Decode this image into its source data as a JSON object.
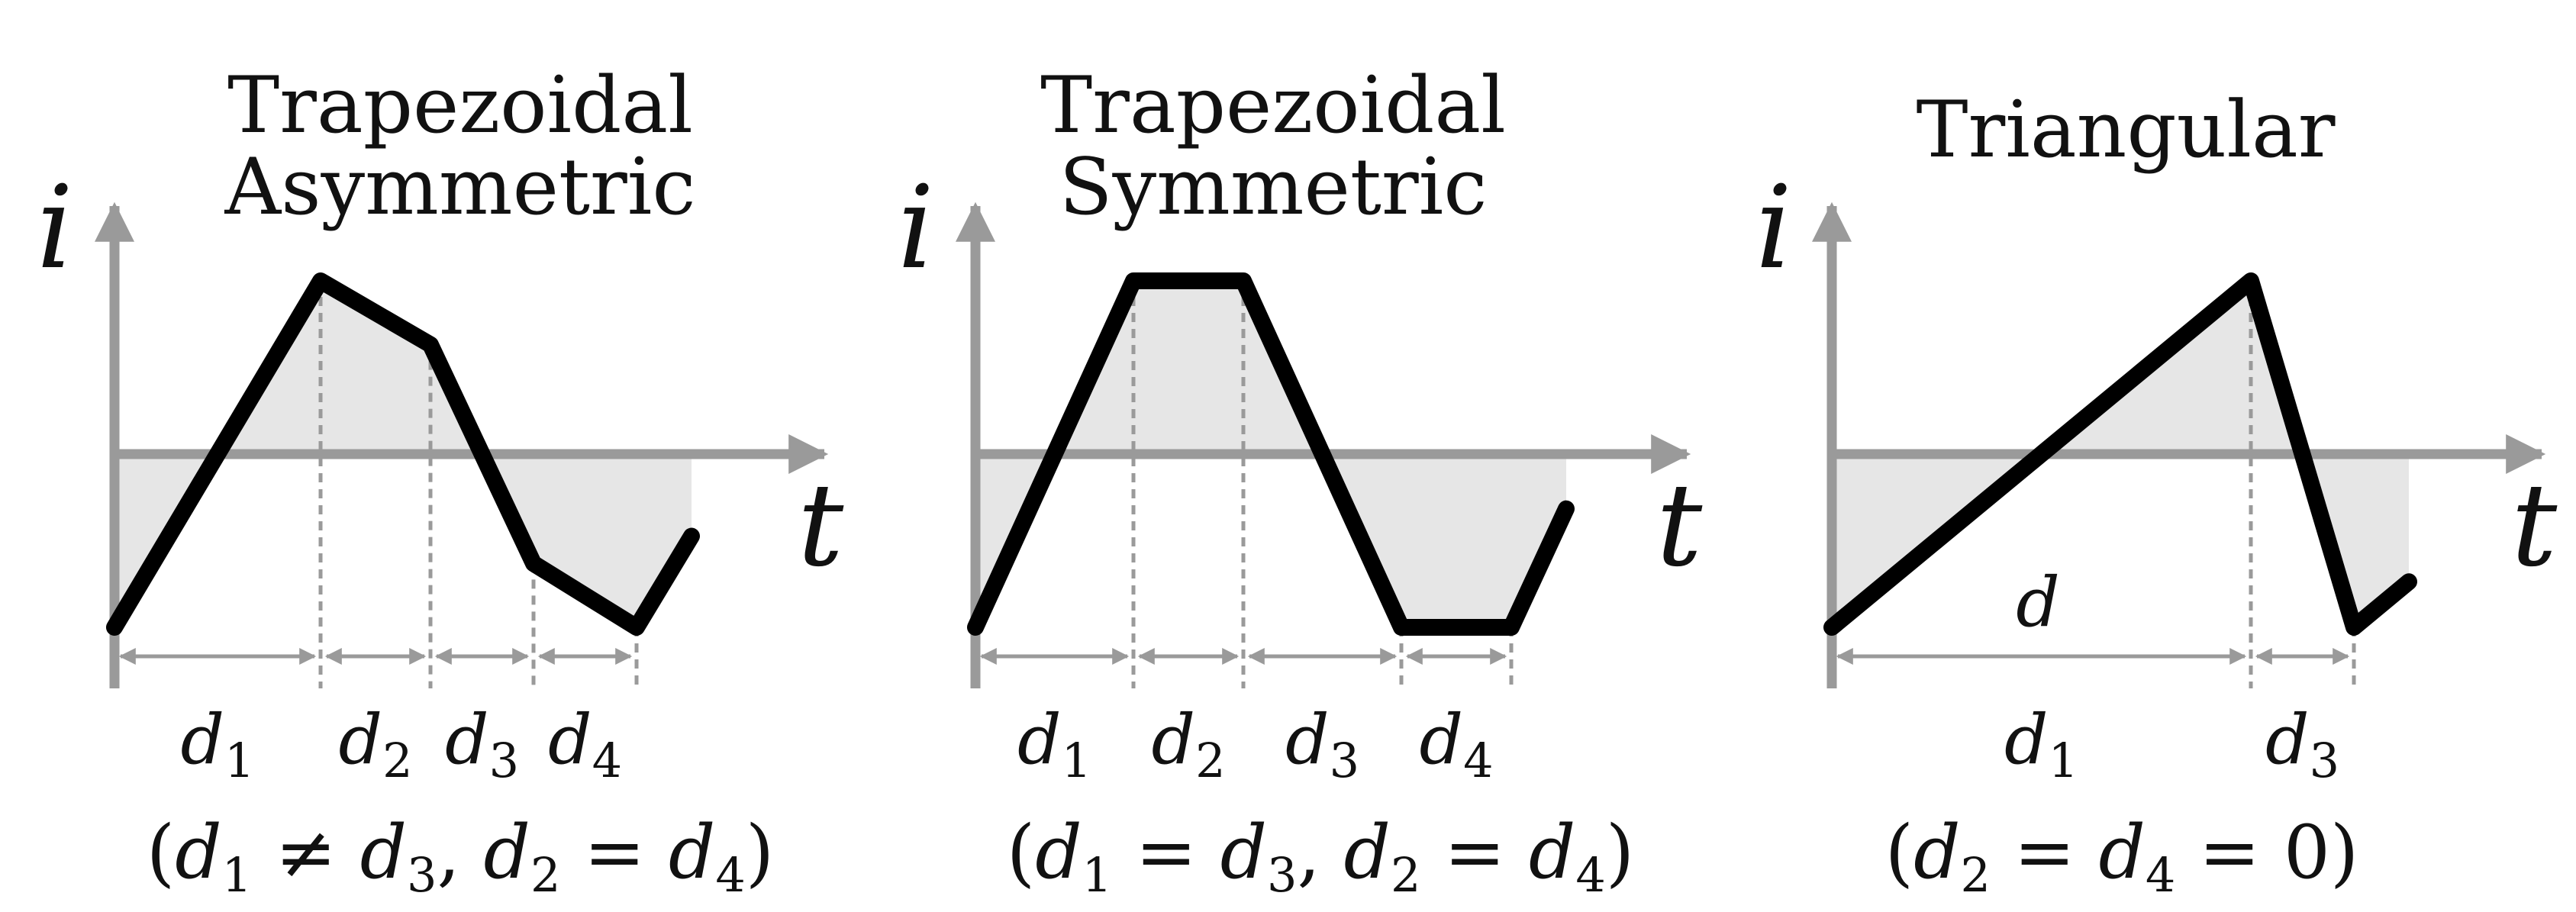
{
  "panels": [
    {
      "id": "trap-asym",
      "title_lines": [
        "Trapezoidal",
        "Asymmetric"
      ],
      "y_label": "i",
      "x_label": "t",
      "waveform": [
        [
          0,
          -0.95
        ],
        [
          0.3,
          0.95
        ],
        [
          0.46,
          0.6
        ],
        [
          0.61,
          -0.6
        ],
        [
          0.76,
          -0.95
        ],
        [
          0.84,
          -0.45
        ]
      ],
      "shade_end": 0.84,
      "dividers": [
        0.3,
        0.46,
        0.61,
        0.76
      ],
      "intervals": [
        {
          "var": "d",
          "sub": "1"
        },
        {
          "var": "d",
          "sub": "2"
        },
        {
          "var": "d",
          "sub": "3"
        },
        {
          "var": "d",
          "sub": "4"
        }
      ],
      "condition": {
        "parts": [
          {
            "t": "(",
            "k": "n"
          },
          {
            "t": "d",
            "k": "v"
          },
          {
            "t": "1",
            "k": "s"
          },
          {
            "t": " ≠ ",
            "k": "n"
          },
          {
            "t": "d",
            "k": "v"
          },
          {
            "t": "3",
            "k": "s"
          },
          {
            "t": ", ",
            "k": "n"
          },
          {
            "t": "d",
            "k": "v"
          },
          {
            "t": "2",
            "k": "s"
          },
          {
            "t": " = ",
            "k": "n"
          },
          {
            "t": "d",
            "k": "v"
          },
          {
            "t": "4",
            "k": "s"
          },
          {
            "t": ")",
            "k": "n"
          }
        ]
      }
    },
    {
      "id": "trap-sym",
      "title_lines": [
        "Trapezoidal",
        "Symmetric"
      ],
      "y_label": "i",
      "x_label": "t",
      "waveform": [
        [
          0,
          -0.95
        ],
        [
          0.23,
          0.95
        ],
        [
          0.39,
          0.95
        ],
        [
          0.62,
          -0.95
        ],
        [
          0.78,
          -0.95
        ],
        [
          0.86,
          -0.3
        ]
      ],
      "shade_end": 0.86,
      "dividers": [
        0.23,
        0.39,
        0.62,
        0.78
      ],
      "intervals": [
        {
          "var": "d",
          "sub": "1"
        },
        {
          "var": "d",
          "sub": "2"
        },
        {
          "var": "d",
          "sub": "3"
        },
        {
          "var": "d",
          "sub": "4"
        }
      ],
      "condition": {
        "parts": [
          {
            "t": "(",
            "k": "n"
          },
          {
            "t": "d",
            "k": "v"
          },
          {
            "t": "1",
            "k": "s"
          },
          {
            "t": " = ",
            "k": "n"
          },
          {
            "t": "d",
            "k": "v"
          },
          {
            "t": "3",
            "k": "s"
          },
          {
            "t": ", ",
            "k": "n"
          },
          {
            "t": "d",
            "k": "v"
          },
          {
            "t": "2",
            "k": "s"
          },
          {
            "t": " = ",
            "k": "n"
          },
          {
            "t": "d",
            "k": "v"
          },
          {
            "t": "4",
            "k": "s"
          },
          {
            "t": ")",
            "k": "n"
          }
        ]
      }
    },
    {
      "id": "triangular",
      "title_lines": [
        "Triangular"
      ],
      "y_label": "i",
      "x_label": "t",
      "waveform": [
        [
          0,
          -0.95
        ],
        [
          0.61,
          0.95
        ],
        [
          0.76,
          -0.95
        ],
        [
          0.84,
          -0.7
        ]
      ],
      "shade_end": 0.84,
      "dividers": [
        0.61,
        0.76
      ],
      "intervals": [
        {
          "var": "d",
          "sub": "1"
        },
        {
          "var": "d",
          "sub": "3"
        }
      ],
      "d_label": "d",
      "condition": {
        "parts": [
          {
            "t": "(",
            "k": "n"
          },
          {
            "t": "d",
            "k": "v"
          },
          {
            "t": "2",
            "k": "s"
          },
          {
            "t": " = ",
            "k": "n"
          },
          {
            "t": "d",
            "k": "v"
          },
          {
            "t": "4",
            "k": "s"
          },
          {
            "t": " = 0)",
            "k": "n"
          }
        ]
      }
    }
  ],
  "colors": {
    "axis": "#9a9a9a",
    "waveform": "#000000",
    "shade": "#e6e6e6",
    "divider": "#9a9a9a",
    "arrow": "#9a9a9a",
    "text": "#111111"
  }
}
